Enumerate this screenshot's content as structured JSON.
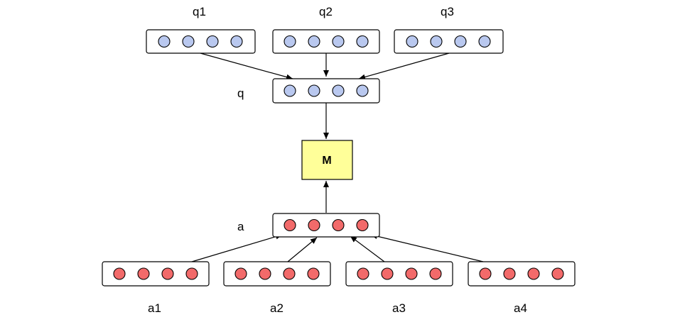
{
  "colors": {
    "query_dot": "#b9c8ef",
    "answer_dot": "#f26a6a",
    "model_fill": "#ffff99",
    "stroke": "#000000"
  },
  "query_inputs": [
    {
      "label": "q1",
      "dots": 4
    },
    {
      "label": "q2",
      "dots": 4
    },
    {
      "label": "q3",
      "dots": 4
    }
  ],
  "query_combined": {
    "label": "q",
    "dots": 4
  },
  "model": {
    "label": "M"
  },
  "answer_combined": {
    "label": "a",
    "dots": 4
  },
  "answer_inputs": [
    {
      "label": "a1",
      "dots": 4
    },
    {
      "label": "a2",
      "dots": 4
    },
    {
      "label": "a3",
      "dots": 4
    },
    {
      "label": "a4",
      "dots": 4
    }
  ]
}
